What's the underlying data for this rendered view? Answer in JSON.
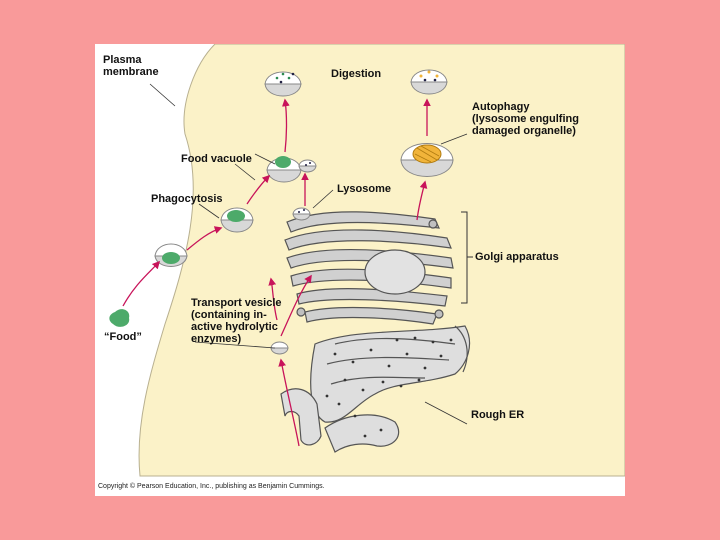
{
  "labels": {
    "plasma_membrane": "Plasma\nmembrane",
    "digestion": "Digestion",
    "autophagy": "Autophagy\n(lysosome engulfing\ndamaged organelle)",
    "food_vacuole": "Food vacuole",
    "lysosome": "Lysosome",
    "phagocytosis": "Phagocytosis",
    "golgi": "Golgi apparatus",
    "transport_vesicle": "Transport vesicle\n(containing in-\nactive hydrolytic\nenzymes)",
    "food": "“Food”",
    "rough_er": "Rough ER"
  },
  "copyright": "Copyright © Pearson Education, Inc., publishing as Benjamin Cummings.",
  "colors": {
    "background": "#f99a9a",
    "cytoplasm": "#fbf2c8",
    "arrow": "#c8145a",
    "food": "#4daa6a"
  }
}
